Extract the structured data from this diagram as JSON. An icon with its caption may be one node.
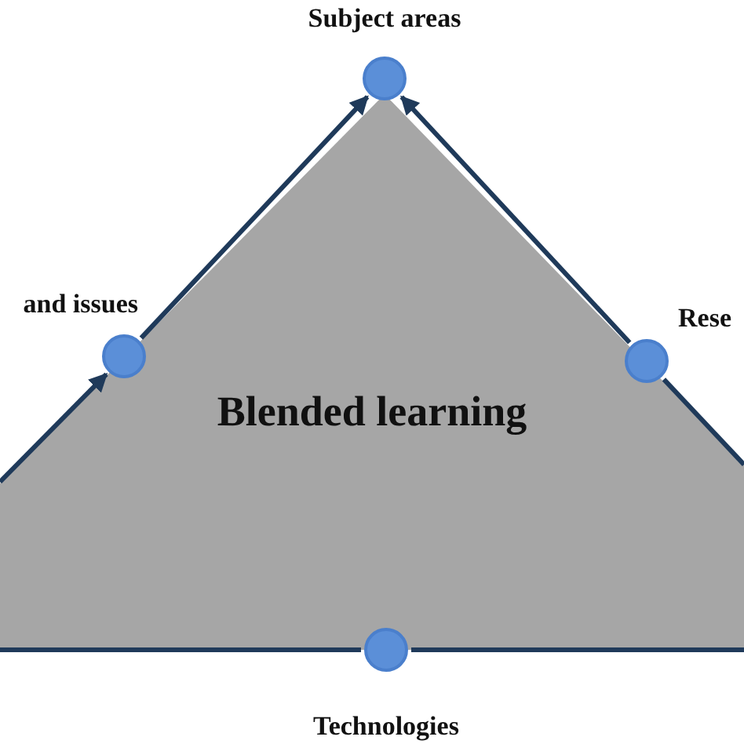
{
  "diagram": {
    "nodes": [
      {
        "text": [
          "Blended learning"
        ]
      },
      {
        "text": [
          "Subject areas"
        ]
      },
      {
        "text": [
          "and issues"
        ]
      },
      {
        "text": [
          "Rese"
        ]
      },
      {
        "text": [
          "Technologies"
        ]
      }
    ],
    "edges": [
      {
        "from": 2,
        "to": 1,
        "arrow": "to"
      },
      {
        "from": 3,
        "to": 1,
        "arrow": "to"
      },
      {
        "from": 0,
        "to": 2,
        "arrow": "to"
      },
      {
        "from": 3,
        "to": 0,
        "arrow": "none"
      },
      {
        "from": 4,
        "to": 0,
        "arrow": "none"
      },
      {
        "from": 4,
        "to": 0,
        "arrow": "none"
      }
    ]
  }
}
